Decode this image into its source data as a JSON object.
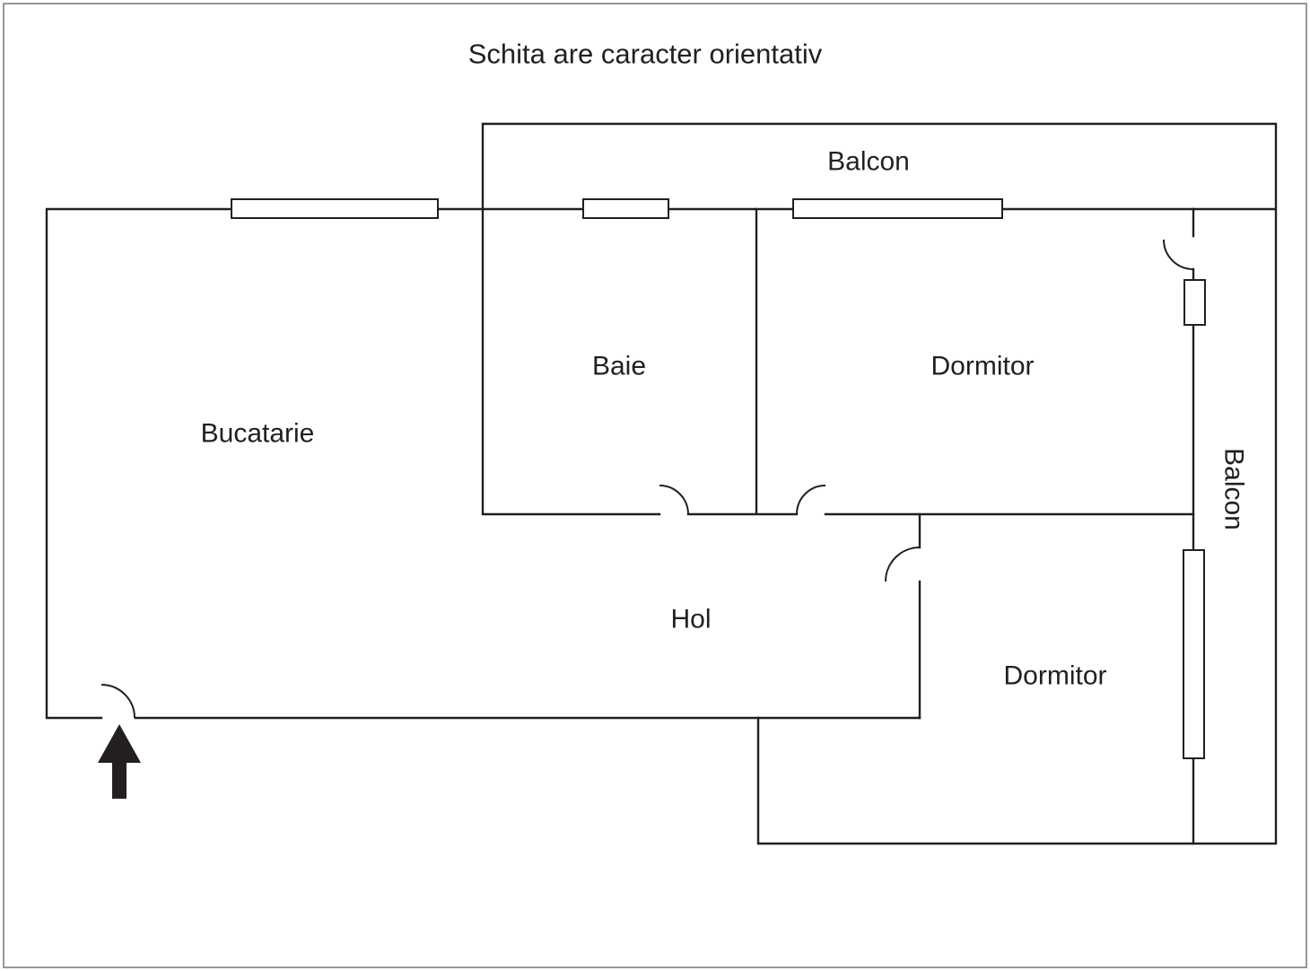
{
  "title": "Schita are caracter orientativ",
  "labels": {
    "balcon_top": "Balcon",
    "balcon_right": "Balcon",
    "bucatarie": "Bucatarie",
    "baie": "Baie",
    "dormitor_top": "Dormitor",
    "dormitor_bottom": "Dormitor",
    "hol": "Hol"
  },
  "colors": {
    "ink": "#231f20",
    "frame": "#7f7f7f",
    "background": "#ffffff"
  }
}
